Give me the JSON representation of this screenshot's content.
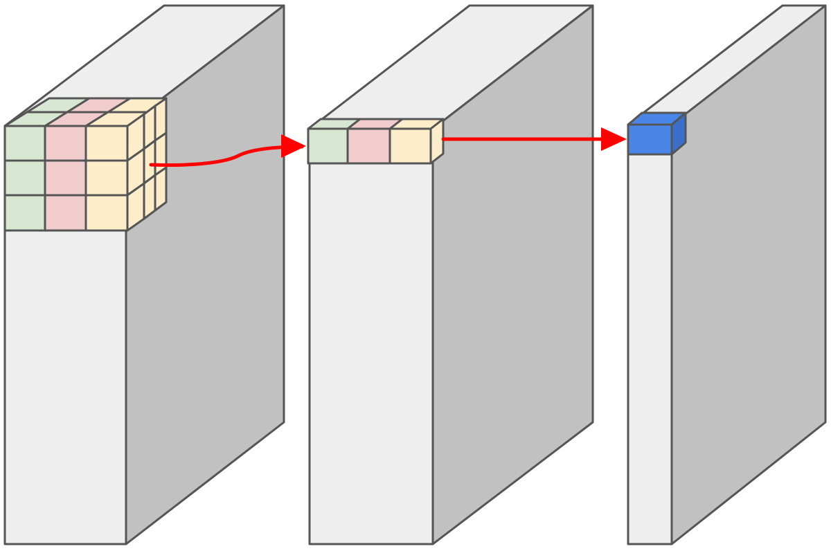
{
  "colors": {
    "block_front": "#eeeeee",
    "block_top": "#eeeeee",
    "block_side": "#c1c1c1",
    "outline": "#555555",
    "cell_green": "#d8e7d1",
    "cell_red": "#f0cccd",
    "cell_yellow": "#fdedca",
    "output_blue": "#4a86e8",
    "output_blue_side": "#3a6ec9",
    "arrow": "#ff0000"
  },
  "diagram": {
    "blocks": [
      {
        "name": "input-volume",
        "kernel_grid": "3x3x3",
        "kernel_colors": [
          "cell_green",
          "cell_red",
          "cell_yellow"
        ]
      },
      {
        "name": "depthwise-output-volume",
        "kernel_grid": "1x3x1",
        "kernel_colors": [
          "cell_green",
          "cell_red",
          "cell_yellow"
        ]
      },
      {
        "name": "pointwise-output-volume",
        "kernel_grid": "1x1x1",
        "kernel_colors": [
          "output_blue"
        ]
      }
    ],
    "arrows": [
      {
        "from": "input-volume",
        "to": "depthwise-output-volume"
      },
      {
        "from": "depthwise-output-volume",
        "to": "pointwise-output-volume"
      }
    ]
  }
}
